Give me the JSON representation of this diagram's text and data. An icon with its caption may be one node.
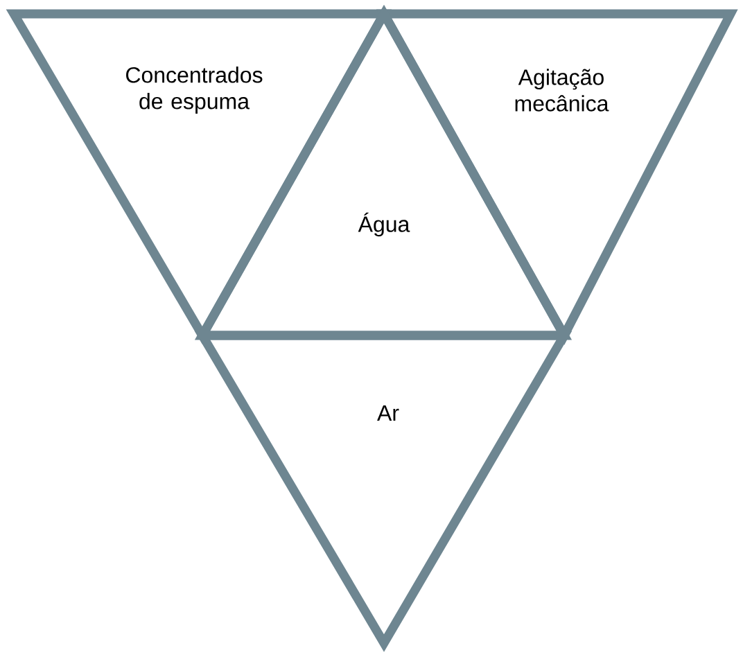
{
  "diagram": {
    "nodes": [
      {
        "text": [
          "Concentrados de espuma"
        ]
      },
      {
        "text": [
          "Agitação mecânica"
        ]
      },
      {
        "text": [
          "Água"
        ]
      },
      {
        "text": [
          "Ar"
        ]
      }
    ]
  }
}
